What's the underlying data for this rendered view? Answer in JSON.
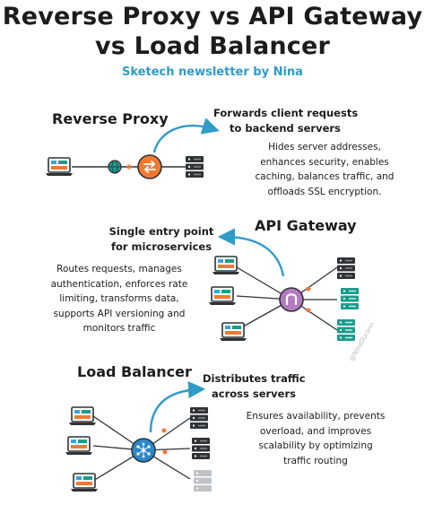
{
  "header": {
    "title_line1": "Reverse Proxy vs API Gateway",
    "title_line2": "vs Load Balancer",
    "subtitle": "Sketech newsletter by Nina"
  },
  "reverse_proxy": {
    "title": "Reverse Proxy",
    "callout_line1": "Forwards client requests",
    "callout_line2": "to backend servers",
    "desc_lines": [
      "Hides server addresses,",
      "enhances security, enables",
      "caching, balances traffic, and",
      "offloads SSL encryption."
    ]
  },
  "api_gateway": {
    "title": "API Gateway",
    "callout_line1": "Single entry point",
    "callout_line2": "for microservices",
    "desc_lines": [
      "Routes requests, manages",
      "authentication, enforces rate",
      "limiting, transforms data,",
      "supports API versioning and",
      "monitors traffic"
    ]
  },
  "load_balancer": {
    "title": "Load Balancer",
    "callout_line1": "Distributes traffic",
    "callout_line2": "across servers",
    "desc_lines": [
      "Ensures availability, prevents",
      "overload, and improves",
      "scalability by optimizing",
      "traffic routing"
    ]
  },
  "watermark": "@NinaDurann",
  "colors": {
    "accent_blue": "#2f9bc9",
    "proxy_orange": "#f07a30",
    "gateway_purple": "#8b3c96",
    "server_dark": "#2f3336",
    "server_teal": "#1c9c8c",
    "lb_blue": "#2a88cc"
  },
  "icons": {
    "client": "laptop-icon",
    "internet": "globe-icon",
    "proxy": "swap-arrows-icon",
    "gateway": "gateway-n-icon",
    "balancer": "network-nodes-icon",
    "server": "server-rack-icon"
  }
}
